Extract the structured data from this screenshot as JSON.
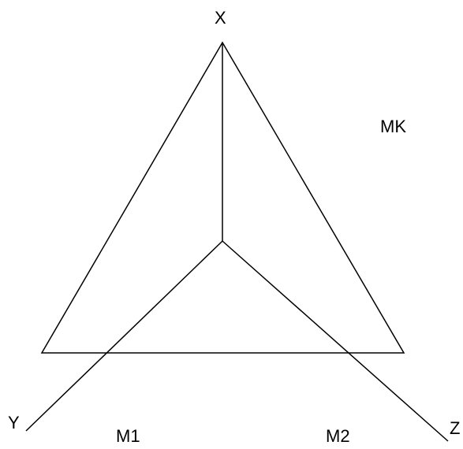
{
  "labels": {
    "x_axis": "X",
    "y_axis": "Y",
    "z_axis": "Z",
    "mk": "MK",
    "m1": "M1",
    "m2": "M2"
  },
  "style": {
    "stroke_color": "#000000",
    "background": "#ffffff"
  }
}
